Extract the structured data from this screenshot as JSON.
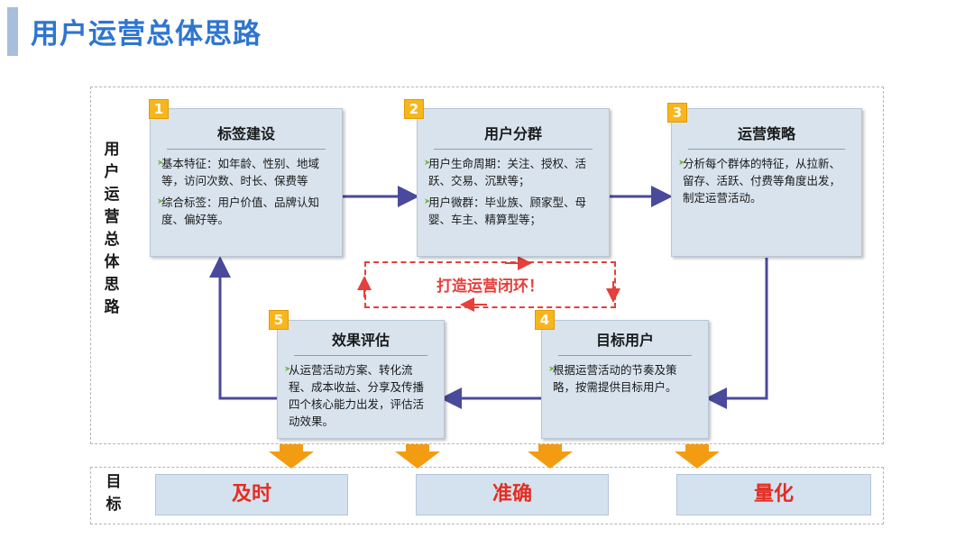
{
  "title": "用户运营总体思路",
  "side_label": "用户运营总体思路",
  "goal_label": "目标",
  "loop_label": "打造运营闭环！",
  "colors": {
    "title_blue": "#2e75d0",
    "arrow_navy": "#4a4a9c",
    "loop_red": "#e5403b",
    "badge_orange": "#f8b61c",
    "down_arrow_orange": "#f39c12",
    "box_fill": "#d8e3ee"
  },
  "steps": [
    {
      "num": "1",
      "title": "标签建设",
      "bullets": [
        "基本特征：如年龄、性别、地域等，访问次数、时长、保费等",
        "综合标签：用户价值、品牌认知度、偏好等。"
      ]
    },
    {
      "num": "2",
      "title": "用户分群",
      "bullets": [
        "用户生命周期：关注、授权、活跃、交易、沉默等；",
        "用户微群：毕业族、顾家型、母婴、车主、精算型等；"
      ]
    },
    {
      "num": "3",
      "title": "运营策略",
      "bullets": [
        "分析每个群体的特征，从拉新、留存、活跃、付费等角度出发，制定运营活动。"
      ]
    },
    {
      "num": "4",
      "title": "目标用户",
      "bullets": [
        "根据运营活动的节奏及策略，按需提供目标用户。"
      ]
    },
    {
      "num": "5",
      "title": "效果评估",
      "bullets": [
        "从运营活动方案、转化流程、成本收益、分享及传播四个核心能力出发，评估活动效果。"
      ]
    }
  ],
  "goals": [
    "及时",
    "准确",
    "量化"
  ]
}
